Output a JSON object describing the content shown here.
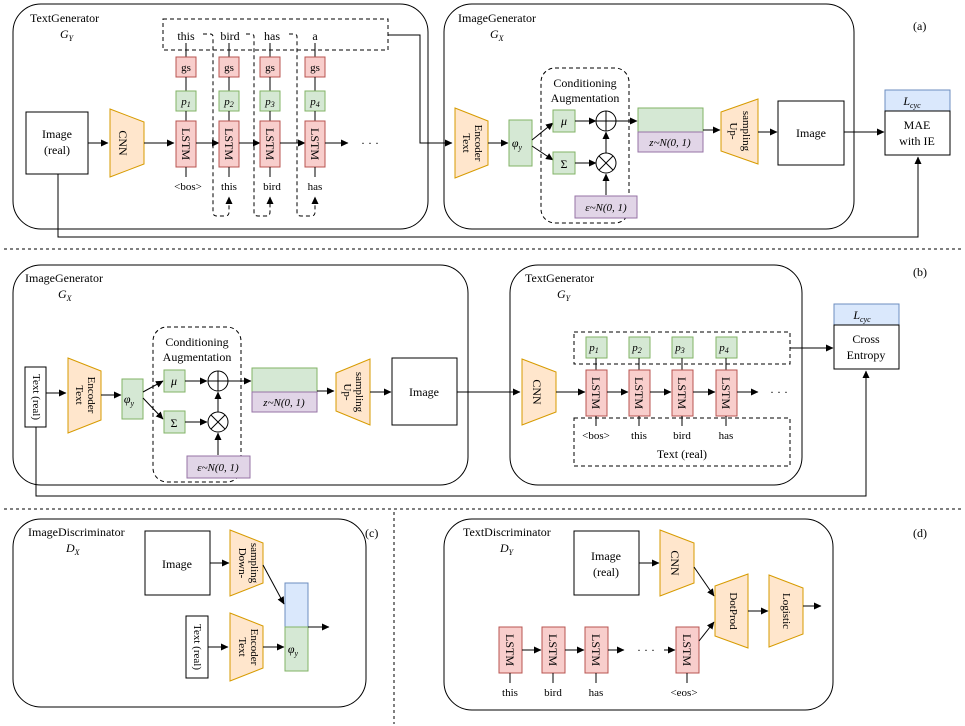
{
  "panel_a": {
    "label": "(a)",
    "text_generator": {
      "title": "TextGenerator",
      "symbol": "G",
      "sub": "Y"
    },
    "image_generator": {
      "title": "ImageGenerator",
      "symbol": "G",
      "sub": "X"
    },
    "image_real": [
      "Image",
      "(real)"
    ],
    "cnn": "CNN",
    "lstm": "LSTM",
    "gs": "gs",
    "probs": [
      {
        "p": "p",
        "n": "1"
      },
      {
        "p": "p",
        "n": "2"
      },
      {
        "p": "p",
        "n": "3"
      },
      {
        "p": "p",
        "n": "4"
      }
    ],
    "out_words": [
      "this",
      "bird",
      "has",
      "a"
    ],
    "in_words": [
      "<bos>",
      "this",
      "bird",
      "has"
    ],
    "ellipsis": "· · ·",
    "text_encoder": [
      "Text",
      "Encoder"
    ],
    "phi": "φ",
    "phi_sub": "y",
    "cond_aug": [
      "Conditioning",
      "Augmentation"
    ],
    "mu": "μ",
    "sigma": "Σ",
    "epsilon": "ε~N(0, 1)",
    "z": "z~N(0, 1)",
    "upsampling": [
      "Up-",
      "sampling"
    ],
    "image_out": "Image",
    "loss": {
      "symbol": "L",
      "sub": "cyc"
    },
    "mae": [
      "MAE",
      "with IE"
    ]
  },
  "panel_b": {
    "label": "(b)",
    "image_generator": {
      "title": "ImageGenerator",
      "symbol": "G",
      "sub": "X"
    },
    "text_generator": {
      "title": "TextGenerator",
      "symbol": "G",
      "sub": "Y"
    },
    "text_real": "Text (real)",
    "text_encoder": [
      "Text",
      "Encoder"
    ],
    "phi": "φ",
    "phi_sub": "y",
    "cond_aug": [
      "Conditioning",
      "Augmentation"
    ],
    "mu": "μ",
    "sigma": "Σ",
    "epsilon": "ε~N(0, 1)",
    "z": "z~N(0, 1)",
    "upsampling": [
      "Up-",
      "sampling"
    ],
    "image": "Image",
    "cnn": "CNN",
    "lstm": "LSTM",
    "probs": [
      {
        "p": "p",
        "n": "1"
      },
      {
        "p": "p",
        "n": "2"
      },
      {
        "p": "p",
        "n": "3"
      },
      {
        "p": "p",
        "n": "4"
      }
    ],
    "in_words": [
      "<bos>",
      "this",
      "bird",
      "has"
    ],
    "text_real_group": "Text (real)",
    "ellipsis": "· · ·",
    "loss": {
      "symbol": "L",
      "sub": "cyc"
    },
    "cross_entropy": [
      "Cross",
      "Entropy"
    ]
  },
  "panel_c": {
    "label": "(c)",
    "title": "ImageDiscriminator",
    "symbol": "D",
    "sub": "X",
    "image": "Image",
    "downsampling": [
      "Down-",
      "sampling"
    ],
    "text_real": "Text (real)",
    "text_encoder": [
      "Text",
      "Encoder"
    ],
    "phi": "φ",
    "phi_sub": "y"
  },
  "panel_d": {
    "label": "(d)",
    "title": "TextDiscriminator",
    "symbol": "D",
    "sub": "Y",
    "image_real": [
      "Image",
      "(real)"
    ],
    "cnn": "CNN",
    "dotprod": "DotProd",
    "logistic": "Logistic",
    "lstm": "LSTM",
    "words": [
      "this",
      "bird",
      "has",
      "<eos>"
    ],
    "ellipsis": "· · ·"
  },
  "colors": {
    "lstm": "#f8cecc",
    "prob": "#d5e8d4",
    "noise": "#e1d5e7",
    "loss": "#dae8fc",
    "trapezoid": "#ffe6cc"
  }
}
